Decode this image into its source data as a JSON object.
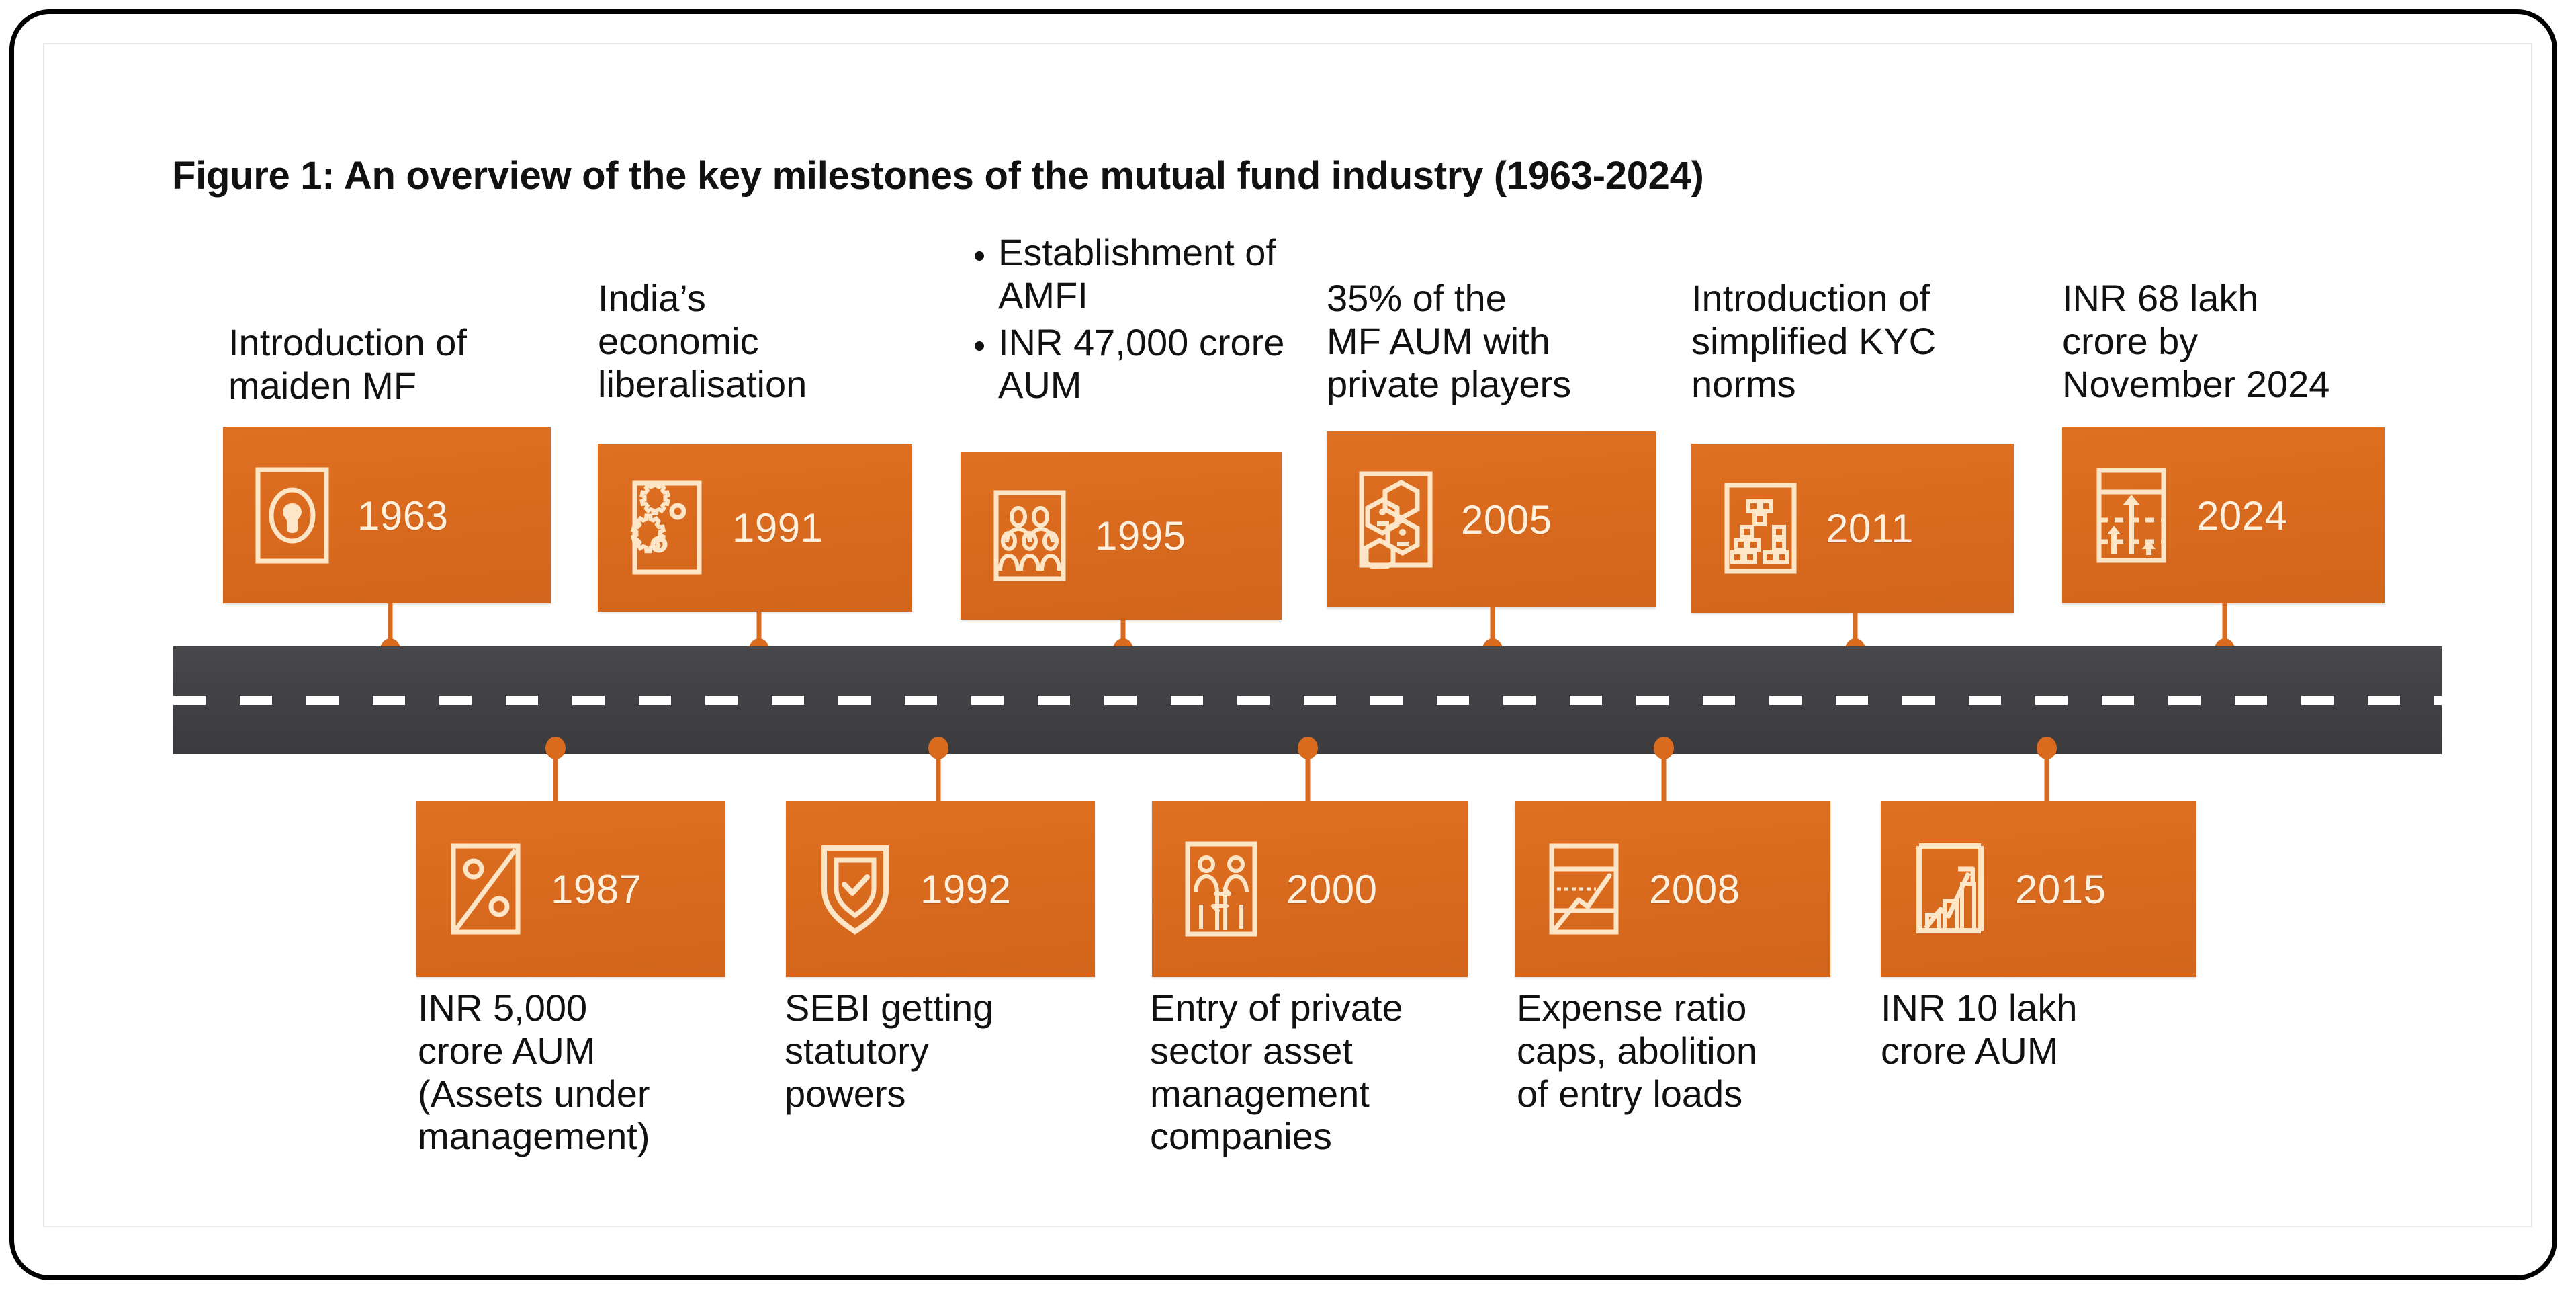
{
  "figure": {
    "title": "Figure 1: An overview of the key milestones of the mutual fund industry (1963-2024)"
  },
  "colors": {
    "card_orange": "#d96a1e",
    "road_gray": "#414044",
    "road_dash": "#ffffff",
    "text_black": "#111111",
    "year_text": "#fdf0df",
    "frame_border": "#000000"
  },
  "timeline": {
    "road_label": "timeline-road",
    "above": [
      {
        "year": "1963",
        "icon": "lightbulb-icon",
        "label_lines": [
          "Introduction of",
          "maiden MF"
        ],
        "bullets": []
      },
      {
        "year": "1991",
        "icon": "gears-icon",
        "label_lines": [
          "India’s",
          "economic",
          "liberalisation"
        ],
        "bullets": []
      },
      {
        "year": "1995",
        "icon": "people-group-icon",
        "label_lines": [],
        "bullets": [
          "Establishment of AMFI",
          "INR 47,000 crore AUM"
        ]
      },
      {
        "year": "2005",
        "icon": "honeycomb-icon",
        "label_lines": [
          "35% of the",
          "MF AUM with",
          "private players"
        ],
        "bullets": []
      },
      {
        "year": "2011",
        "icon": "qr-blocks-icon",
        "label_lines": [
          "Introduction of",
          "simplified KYC",
          "norms"
        ],
        "bullets": []
      },
      {
        "year": "2024",
        "icon": "growth-arrows-chart-icon",
        "label_lines": [
          "INR 68 lakh",
          "crore by",
          "November 2024"
        ],
        "bullets": []
      }
    ],
    "below": [
      {
        "year": "1987",
        "icon": "percent-icon",
        "label_lines": [
          "INR 5,000",
          "crore AUM",
          "(Assets under",
          "management)"
        ]
      },
      {
        "year": "1992",
        "icon": "shield-check-icon",
        "label_lines": [
          "SEBI getting",
          "statutory",
          "powers"
        ]
      },
      {
        "year": "2000",
        "icon": "handshake-exchange-icon",
        "label_lines": [
          "Entry of private",
          "sector asset",
          "management",
          "companies"
        ]
      },
      {
        "year": "2008",
        "icon": "line-chart-icon",
        "label_lines": [
          "Expense ratio",
          "caps, abolition",
          "of entry loads"
        ]
      },
      {
        "year": "2015",
        "icon": "bar-chart-growth-icon",
        "label_lines": [
          "INR 10 lakh",
          "crore AUM"
        ]
      }
    ]
  }
}
